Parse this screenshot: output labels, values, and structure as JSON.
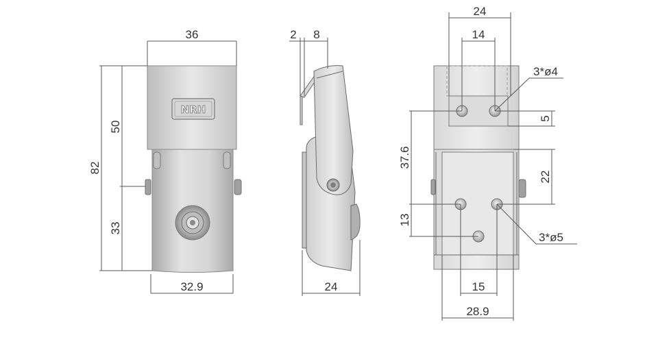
{
  "logo": {
    "text": "NRH"
  },
  "dimensions": {
    "front": {
      "width_top": "36",
      "width_bottom": "32.9",
      "height_total": "82",
      "height_upper": "50",
      "height_lower": "33"
    },
    "side": {
      "thickness_a": "2",
      "thickness_b": "8",
      "depth": "24"
    },
    "back": {
      "width_top": "24",
      "hole_spacing_top": "14",
      "hole_offset": "5",
      "holes_top": "3*ø4",
      "height_a": "37.6",
      "height_b": "22",
      "height_c": "13",
      "holes_bottom": "3*ø5",
      "hole_spacing_bottom": "15",
      "width_bottom": "28.9"
    }
  },
  "colors": {
    "metal_light": "#e6e6e6",
    "metal_mid": "#c8c8c8",
    "metal_dark": "#9a9a9a",
    "line": "#555555"
  }
}
